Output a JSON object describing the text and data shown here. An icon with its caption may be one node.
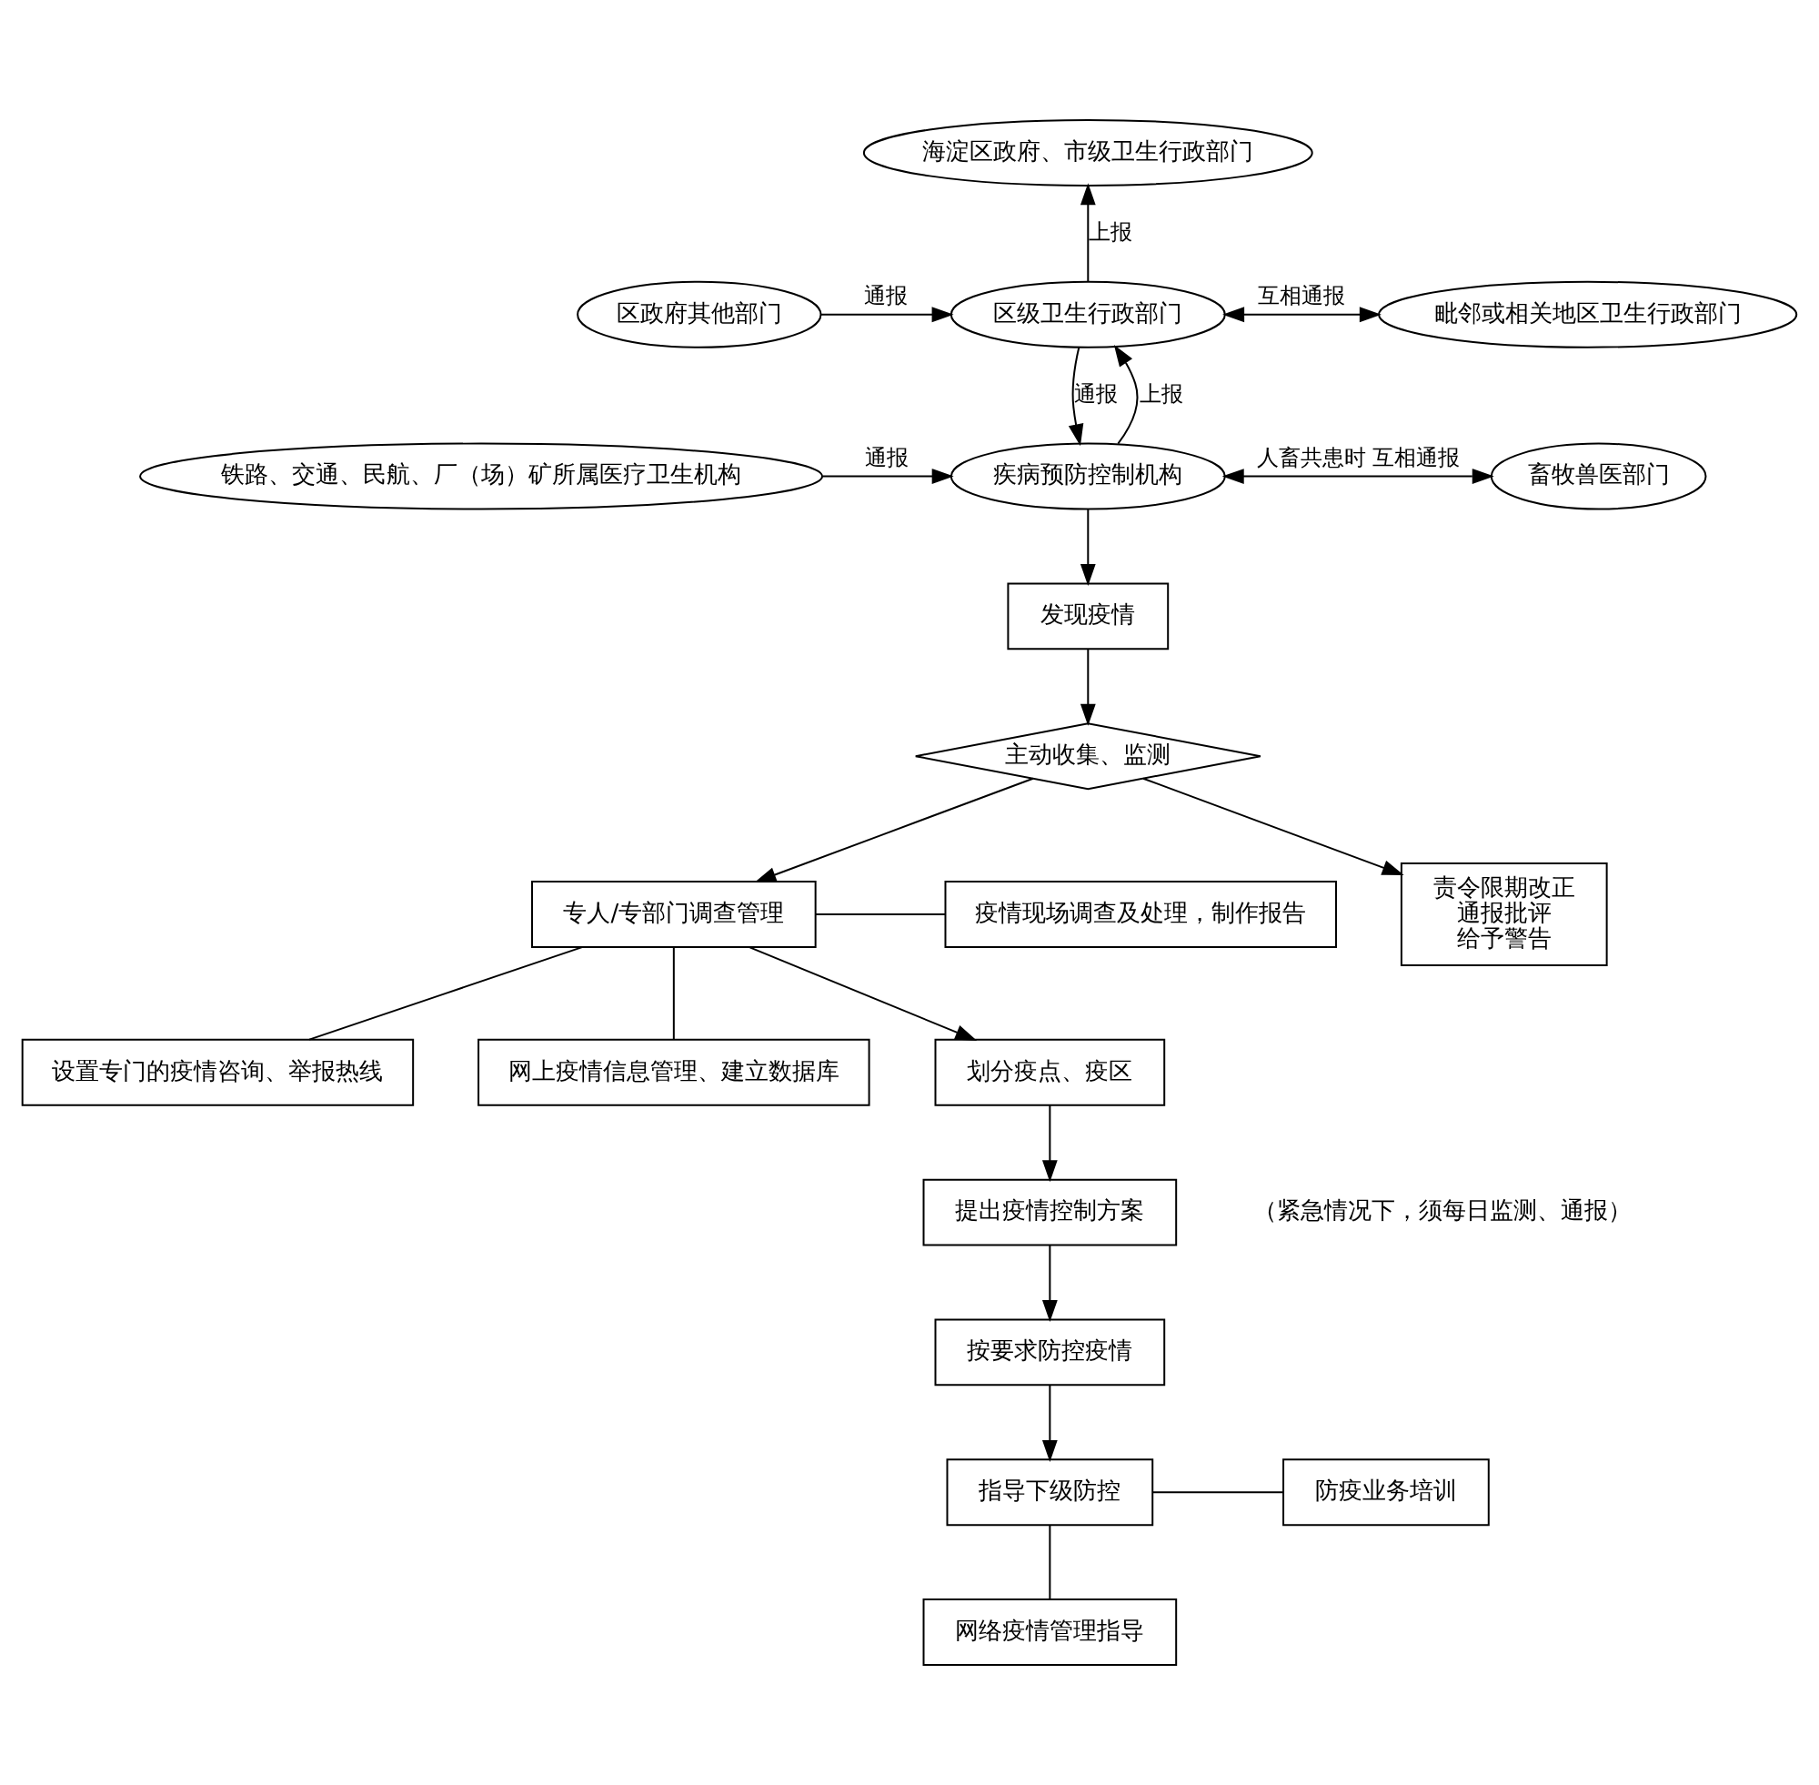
{
  "diagram": {
    "nodes": [
      {
        "text": [
          "海淀区政府、市级卫生行政部门"
        ]
      },
      {
        "text": [
          "区政府其他部门"
        ]
      },
      {
        "text": [
          "区级卫生行政部门"
        ]
      },
      {
        "text": [
          "毗邻或相关地区卫生行政部门"
        ]
      },
      {
        "text": [
          "铁路、交通、民航、厂（场）矿所属医疗卫生机构"
        ]
      },
      {
        "text": [
          "疾病预防控制机构"
        ]
      },
      {
        "text": [
          "畜牧兽医部门"
        ]
      },
      {
        "text": [
          "发现疫情"
        ]
      },
      {
        "text": [
          "主动收集、监测"
        ]
      },
      {
        "text": [
          "设置专门的疫情咨询、举报热线"
        ]
      },
      {
        "text": [
          "专人/专部门调查管理"
        ]
      },
      {
        "text": [
          "疫情现场调查及处理，制作报告"
        ]
      },
      {
        "text": [
          "网上疫情信息管理、建立数据库"
        ]
      },
      {
        "text": [
          "划分疫点、疫区"
        ]
      },
      {
        "text": [
          "提出疫情控制方案"
        ]
      },
      {
        "text": [
          "按要求防控疫情"
        ]
      },
      {
        "text": [
          "指导下级防控"
        ]
      },
      {
        "text": [
          "责令限期改正",
          "通报批评",
          "给予警告"
        ]
      },
      {
        "text": [
          "防疫业务培训"
        ]
      },
      {
        "text": [
          "网络疫情管理指导"
        ]
      }
    ],
    "edges": [
      {
        "from": 2,
        "to": 0,
        "arrow": "to",
        "label": "上报"
      },
      {
        "from": 1,
        "to": 2,
        "arrow": "to",
        "label": "通报"
      },
      {
        "from": 2,
        "to": 3,
        "arrow": "both",
        "label": "互相通报"
      },
      {
        "from": 5,
        "to": 2,
        "arrow": "to",
        "label": "上报"
      },
      {
        "from": 2,
        "to": 5,
        "arrow": "to",
        "label": "通报"
      },
      {
        "from": 4,
        "to": 5,
        "arrow": "to",
        "label": "通报"
      },
      {
        "from": 5,
        "to": 6,
        "arrow": "both",
        "label": "人畜共患时 互相通报"
      },
      {
        "from": 5,
        "to": 7,
        "arrow": "to"
      },
      {
        "from": 7,
        "to": 8,
        "arrow": "to"
      },
      {
        "from": 8,
        "to": 10,
        "arrow": "to"
      },
      {
        "from": 8,
        "to": 17,
        "arrow": "to"
      },
      {
        "from": 10,
        "to": 9,
        "arrow": "none"
      },
      {
        "from": 10,
        "to": 11,
        "arrow": "none"
      },
      {
        "from": 10,
        "to": 12,
        "arrow": "none"
      },
      {
        "from": 10,
        "to": 13,
        "arrow": "to"
      },
      {
        "from": 13,
        "to": 14,
        "arrow": "to"
      },
      {
        "from": 14,
        "to": 15,
        "arrow": "to"
      },
      {
        "from": 15,
        "to": 16,
        "arrow": "to"
      },
      {
        "from": 16,
        "to": 18,
        "arrow": "none"
      },
      {
        "from": 16,
        "to": 19,
        "arrow": "none"
      }
    ],
    "labels": [
      "（紧急情况下，须每日监测、通报）"
    ]
  }
}
